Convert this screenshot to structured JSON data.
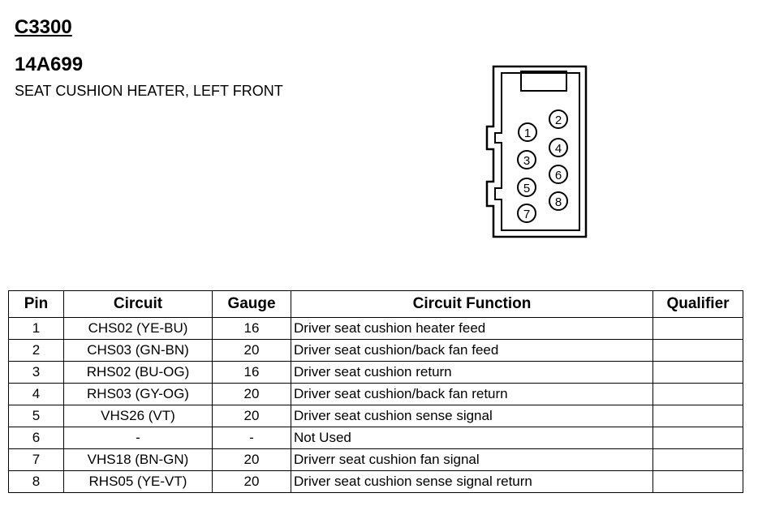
{
  "header": {
    "connector_id": "C3300",
    "part_number": "14A699",
    "description": "SEAT CUSHION HEATER, LEFT FRONT"
  },
  "diagram": {
    "pin_labels": [
      "1",
      "2",
      "3",
      "4",
      "5",
      "6",
      "7",
      "8"
    ]
  },
  "table": {
    "headers": {
      "pin": "Pin",
      "circuit": "Circuit",
      "gauge": "Gauge",
      "function": "Circuit Function",
      "qualifier": "Qualifier"
    },
    "rows": [
      {
        "pin": "1",
        "circuit": "CHS02 (YE-BU)",
        "gauge": "16",
        "function": "Driver seat cushion heater feed",
        "qualifier": ""
      },
      {
        "pin": "2",
        "circuit": "CHS03 (GN-BN)",
        "gauge": "20",
        "function": "Driver seat cushion/back fan feed",
        "qualifier": ""
      },
      {
        "pin": "3",
        "circuit": "RHS02 (BU-OG)",
        "gauge": "16",
        "function": "Driver seat cushion return",
        "qualifier": ""
      },
      {
        "pin": "4",
        "circuit": "RHS03 (GY-OG)",
        "gauge": "20",
        "function": "Driver seat cushion/back fan return",
        "qualifier": ""
      },
      {
        "pin": "5",
        "circuit": "VHS26 (VT)",
        "gauge": "20",
        "function": "Driver seat cushion sense signal",
        "qualifier": ""
      },
      {
        "pin": "6",
        "circuit": "-",
        "gauge": "-",
        "function": "Not Used",
        "qualifier": ""
      },
      {
        "pin": "7",
        "circuit": "VHS18 (BN-GN)",
        "gauge": "20",
        "function": "Driverr seat cushion fan signal",
        "qualifier": ""
      },
      {
        "pin": "8",
        "circuit": "RHS05 (YE-VT)",
        "gauge": "20",
        "function": "Driver seat cushion sense signal return",
        "qualifier": ""
      }
    ]
  }
}
